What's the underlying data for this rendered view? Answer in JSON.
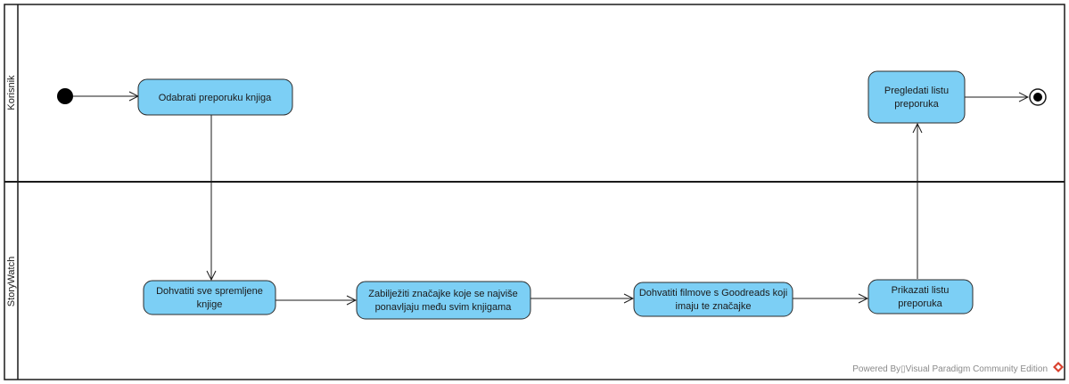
{
  "lanes": [
    {
      "label": "Korisnik"
    },
    {
      "label": "StoryWatch"
    }
  ],
  "activities": [
    {
      "lines": [
        "Odabrati preporuku knjiga"
      ]
    },
    {
      "lines": [
        "Pregledati listu",
        "preporuka"
      ]
    },
    {
      "lines": [
        "Dohvatiti sve spremljene",
        "knjige"
      ]
    },
    {
      "lines": [
        "Zabilježiti značajke koje se najviše",
        "ponavljaju među svim knjigama"
      ]
    },
    {
      "lines": [
        "Dohvatiti filmove s Goodreads koji",
        "imaju te značajke"
      ]
    },
    {
      "lines": [
        "Prikazati listu",
        "preporuka"
      ]
    }
  ],
  "colors": {
    "activity_fill": "#7ccff5",
    "activity_stroke": "#2b2b2b",
    "lane_border": "#1a1a1a",
    "footer_icon": "#d9412e"
  },
  "footer": {
    "text": "Powered By▯Visual Paradigm Community Edition"
  }
}
